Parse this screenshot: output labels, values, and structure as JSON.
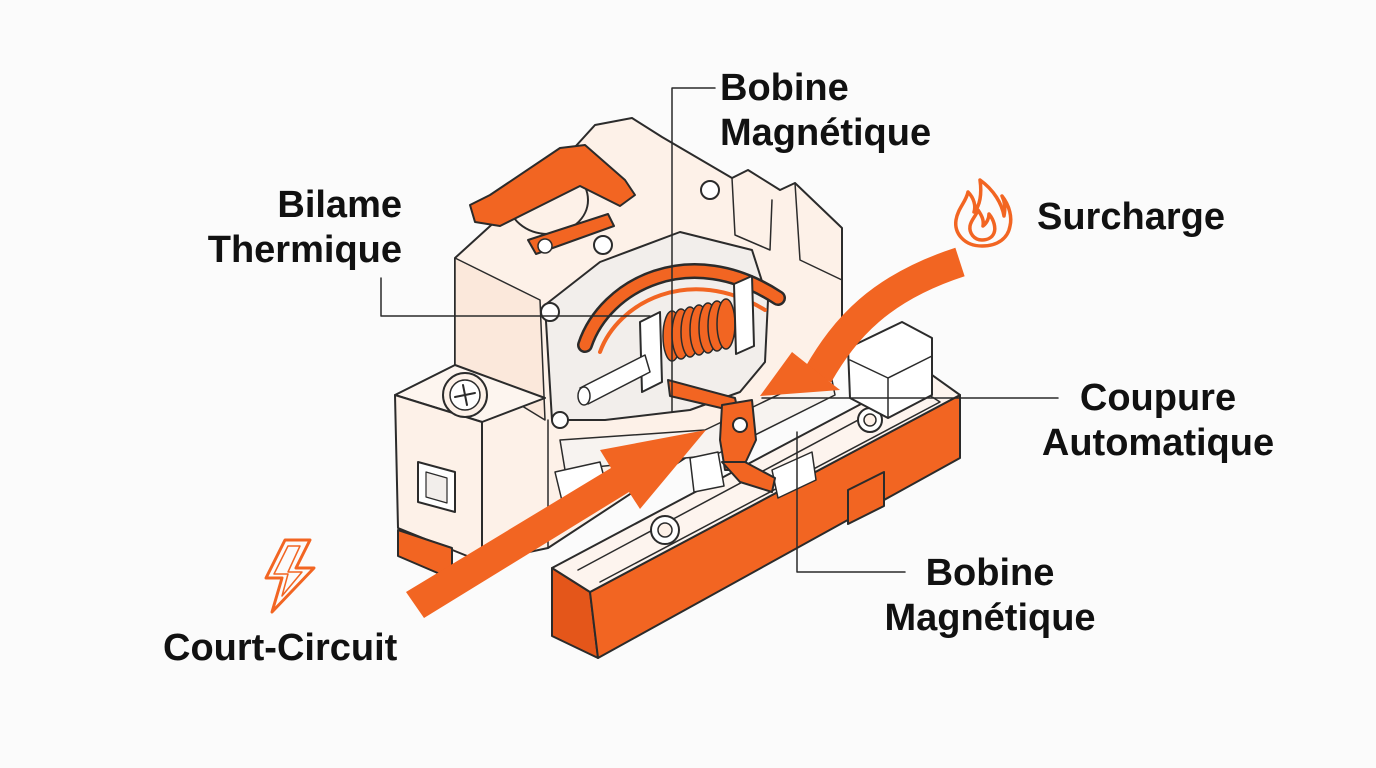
{
  "labels": {
    "magnetic_coil_top": {
      "line1": "Bobine",
      "line2": "Magnétique"
    },
    "thermal_bimetal": {
      "line1": "Bilame",
      "line2": "Thermique"
    },
    "overload": "Surcharge",
    "auto_trip": {
      "line1": "Coupure",
      "line2": "Automatique"
    },
    "magnetic_coil_bottom": {
      "line1": "Bobine",
      "line2": "Magnétique"
    },
    "short_circuit": "Court-Circuit"
  },
  "icons": {
    "overload": "flame-icon",
    "short_circuit": "lightning-icon"
  },
  "colors": {
    "accent": "#f26522",
    "housing": "#fdf1e8",
    "outline": "#2b2b2b",
    "text": "#111111",
    "background": "#fbfbfb"
  }
}
